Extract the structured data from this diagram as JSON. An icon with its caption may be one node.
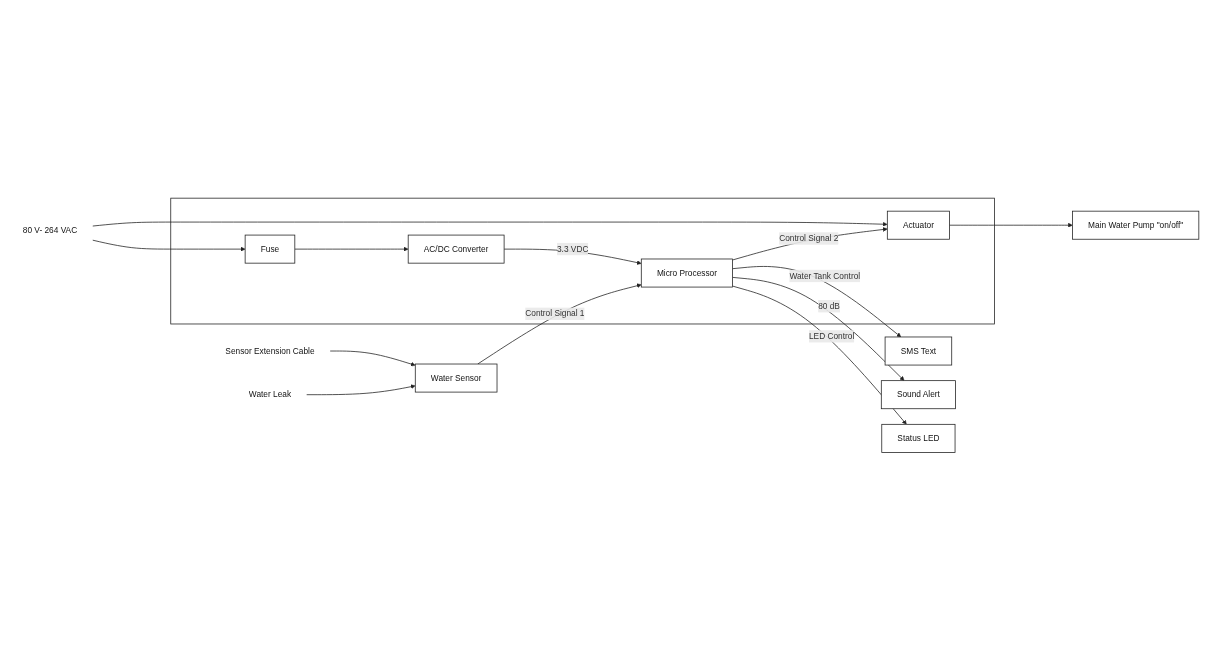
{
  "diagram": {
    "nodes": [
      {
        "text": [
          "Water Leak"
        ]
      },
      {
        "text": [
          "Water Sensor"
        ]
      },
      {
        "text": [
          "Sensor Extension Cable"
        ]
      },
      {
        "text": [],
        "shape": "box"
      },
      {
        "text": [
          "Micro Processor"
        ],
        "in": 3
      },
      {
        "text": [
          "Actuator"
        ],
        "in": 3
      },
      {
        "text": [
          "AC/DC Converter"
        ],
        "in": 3
      },
      {
        "text": [
          "Fuse"
        ],
        "in": 3
      },
      {
        "text": [
          "80 V- 264 VAC"
        ]
      },
      {
        "text": [
          "Main Water Pump \"on/off\""
        ]
      },
      {
        "text": [
          "SMS Text"
        ]
      },
      {
        "text": [
          "Sound Alert"
        ]
      },
      {
        "text": [
          "Status LED"
        ]
      }
    ],
    "edges": [
      {
        "from": 0,
        "to": 1,
        "arrow": "to"
      },
      {
        "from": 2,
        "to": 1,
        "arrow": "to"
      },
      {
        "from": 1,
        "to": 4,
        "label": "Control Signal 1",
        "arrow": "to"
      },
      {
        "from": 4,
        "to": 5,
        "label": "Control Signal 2",
        "arrow": "to"
      },
      {
        "from": 5,
        "to": 9,
        "arrow": "to"
      },
      {
        "from": 4,
        "to": 10,
        "label": "Water Tank Control",
        "arrow": "to"
      },
      {
        "from": 4,
        "to": 11,
        "label": "80 dB",
        "arrow": "to"
      },
      {
        "from": 4,
        "to": 12,
        "label": "LED Control",
        "arrow": "to"
      },
      {
        "from": 6,
        "to": 4,
        "label": "3.3 VDC",
        "arrow": "to"
      },
      {
        "from": 7,
        "to": 6,
        "arrow": "to"
      },
      {
        "from": 8,
        "to": 7,
        "arrow": "to"
      },
      {
        "from": 8,
        "to": 5,
        "arrow": "to"
      }
    ]
  }
}
